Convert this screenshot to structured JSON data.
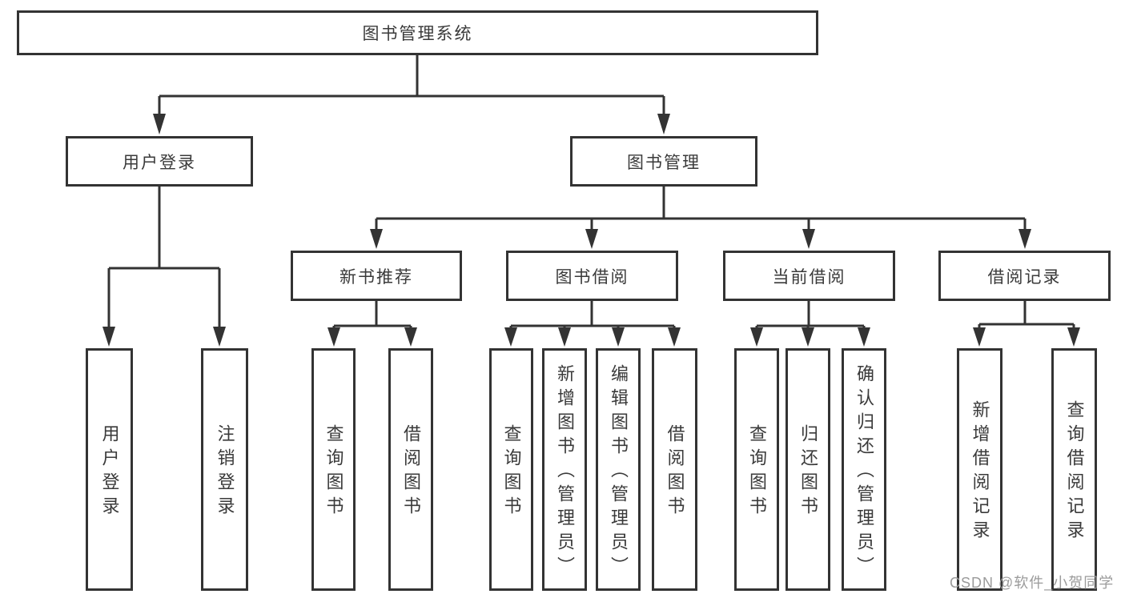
{
  "diagram_title": "图书管理系统",
  "nodes": {
    "root": {
      "label": "图书管理系统"
    },
    "user_login": {
      "label": "用户登录"
    },
    "book_management": {
      "label": "图书管理"
    },
    "new_book_recommend": {
      "label": "新书推荐"
    },
    "book_borrow": {
      "label": "图书借阅"
    },
    "current_borrow": {
      "label": "当前借阅"
    },
    "borrow_records": {
      "label": "借阅记录"
    },
    "leaf_user_login": {
      "label": "用户登录"
    },
    "leaf_logout": {
      "label": "注销登录"
    },
    "leaf_query_book_1": {
      "label": "查询图书"
    },
    "leaf_borrow_book_1": {
      "label": "借阅图书"
    },
    "leaf_query_book_2": {
      "label": "查询图书"
    },
    "leaf_add_book": {
      "label": "新增图书（管理员）"
    },
    "leaf_edit_book": {
      "label": "编辑图书（管理员）"
    },
    "leaf_borrow_book_2": {
      "label": "借阅图书"
    },
    "leaf_query_book_3": {
      "label": "查询图书"
    },
    "leaf_return_book": {
      "label": "归还图书"
    },
    "leaf_confirm_return": {
      "label": "确认归还（管理员）"
    },
    "leaf_add_record": {
      "label": "新增借阅记录"
    },
    "leaf_query_record": {
      "label": "查询借阅记录"
    }
  },
  "hierarchy": {
    "root_children": [
      "用户登录",
      "图书管理"
    ],
    "user_login_children": [
      "用户登录",
      "注销登录"
    ],
    "book_management_children": [
      "新书推荐",
      "图书借阅",
      "当前借阅",
      "借阅记录"
    ],
    "new_book_recommend_children": [
      "查询图书",
      "借阅图书"
    ],
    "book_borrow_children": [
      "查询图书",
      "新增图书（管理员）",
      "编辑图书（管理员）",
      "借阅图书"
    ],
    "current_borrow_children": [
      "查询图书",
      "归还图书",
      "确认归还（管理员）"
    ],
    "borrow_records_children": [
      "新增借阅记录",
      "查询借阅记录"
    ]
  },
  "watermark": {
    "text": "CSDN @软件_小贺同学"
  },
  "colors": {
    "line": "#333333",
    "box_border": "#333333",
    "text": "#3a3a3a",
    "watermark": "#9b9b9b",
    "background": "#ffffff"
  }
}
